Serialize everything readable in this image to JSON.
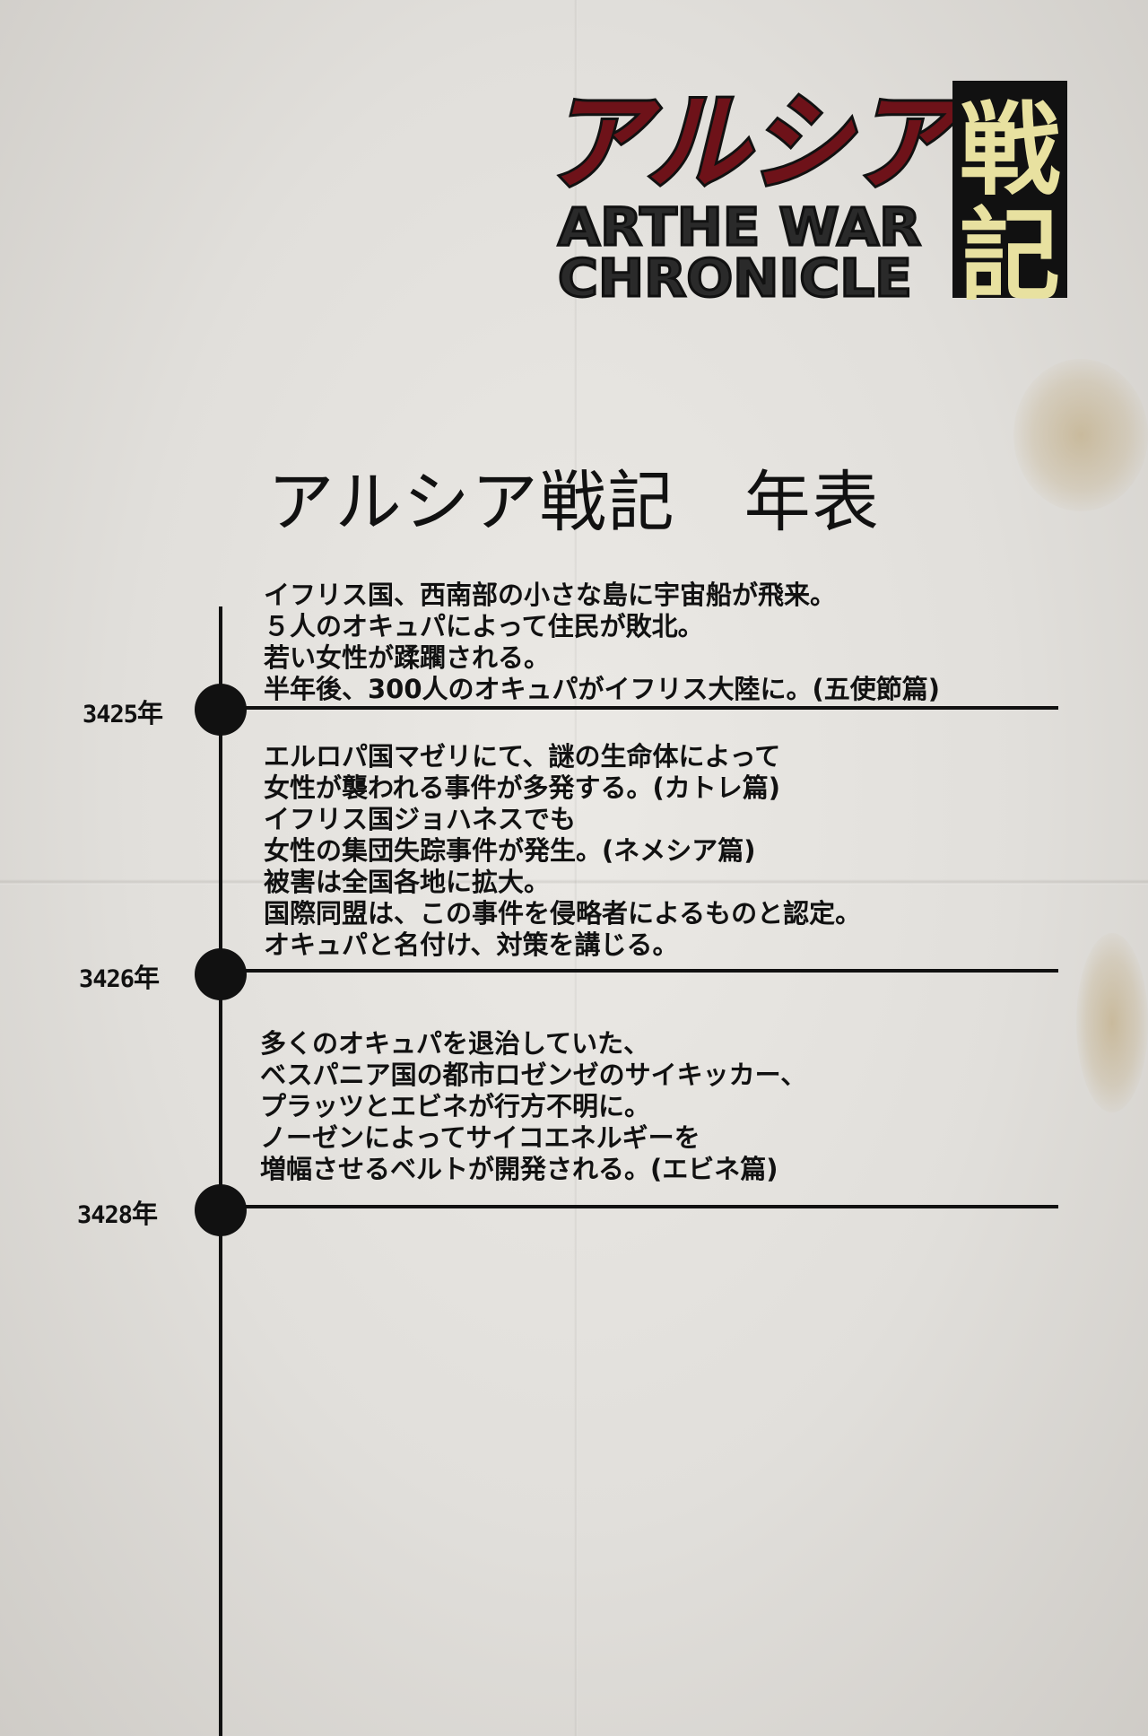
{
  "logo": {
    "katakana": "アルシア",
    "kanji_1": "戦",
    "kanji_2": "記",
    "english_line_1": "ARTHE WAR",
    "english_line_2": "CHRONICLE"
  },
  "title": "アルシア戦記　年表",
  "timeline": [
    {
      "year": "3425",
      "year_suffix": "年",
      "lines": [
        "イフリス国、西南部の小さな島に宇宙船が飛来。",
        "５人のオキュパによって住民が敗北。",
        "若い女性が蹂躙される。",
        "半年後、300人のオキュパがイフリス大陸に。(五使節篇)"
      ]
    },
    {
      "year": "3426",
      "year_suffix": "年",
      "lines": [
        "エルロパ国マゼリにて、謎の生命体によって",
        "女性が襲われる事件が多発する。(カトレ篇)",
        "イフリス国ジョハネスでも",
        "女性の集団失踪事件が発生。(ネメシア篇)",
        "被害は全国各地に拡大。",
        "国際同盟は、この事件を侵略者によるものと認定。",
        "オキュパと名付け、対策を講じる。"
      ]
    },
    {
      "year": "3428",
      "year_suffix": "年",
      "lines": [
        "多くのオキュパを退治していた、",
        "ベスパニア国の都市ロゼンゼのサイキッカー、",
        "プラッツとエビネが行方不明に。",
        "ノーゼンによってサイコエネルギーを",
        "増幅させるベルトが開発される。(エビネ篇)"
      ]
    }
  ],
  "colors": {
    "logo_red": "#6e1219",
    "logo_cream": "#e8e1a0",
    "ink": "#111111",
    "paper": "#e4e2de"
  }
}
